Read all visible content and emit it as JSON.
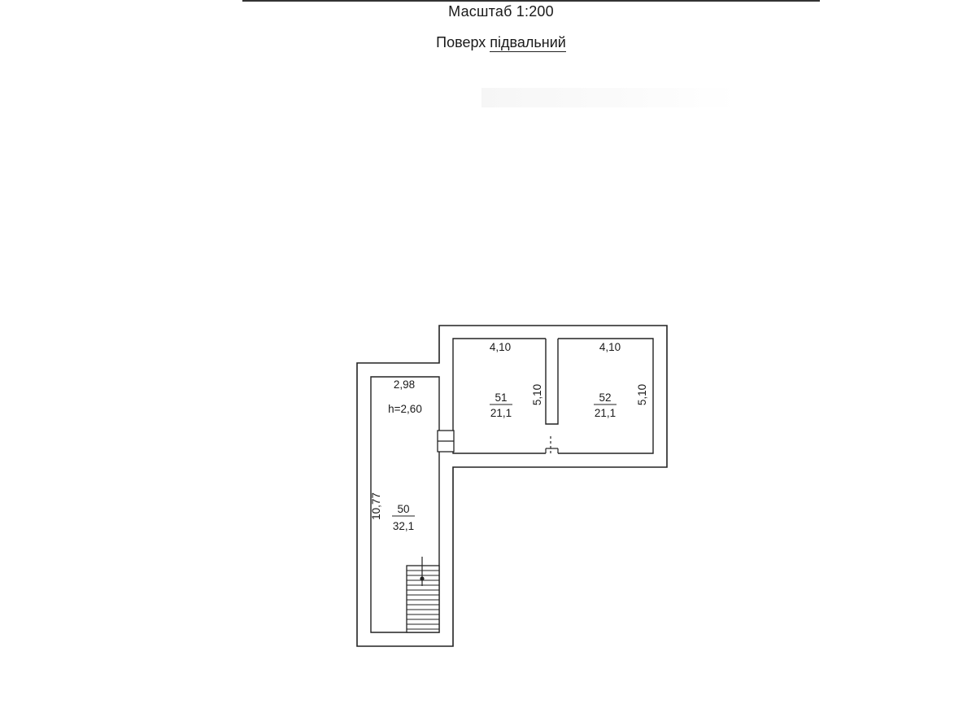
{
  "header": {
    "scale": "Масштаб 1:200",
    "floor_prefix": "Поверх",
    "floor_name": "підвальний"
  },
  "rooms": [
    {
      "number": "50",
      "area": "32,1",
      "width": "2,98",
      "length": "10,77",
      "height": "h=2,60"
    },
    {
      "number": "51",
      "area": "21,1",
      "width": "4,10",
      "length": "5,10"
    },
    {
      "number": "52",
      "area": "21,1",
      "width": "4,10",
      "length": "5,10"
    }
  ]
}
